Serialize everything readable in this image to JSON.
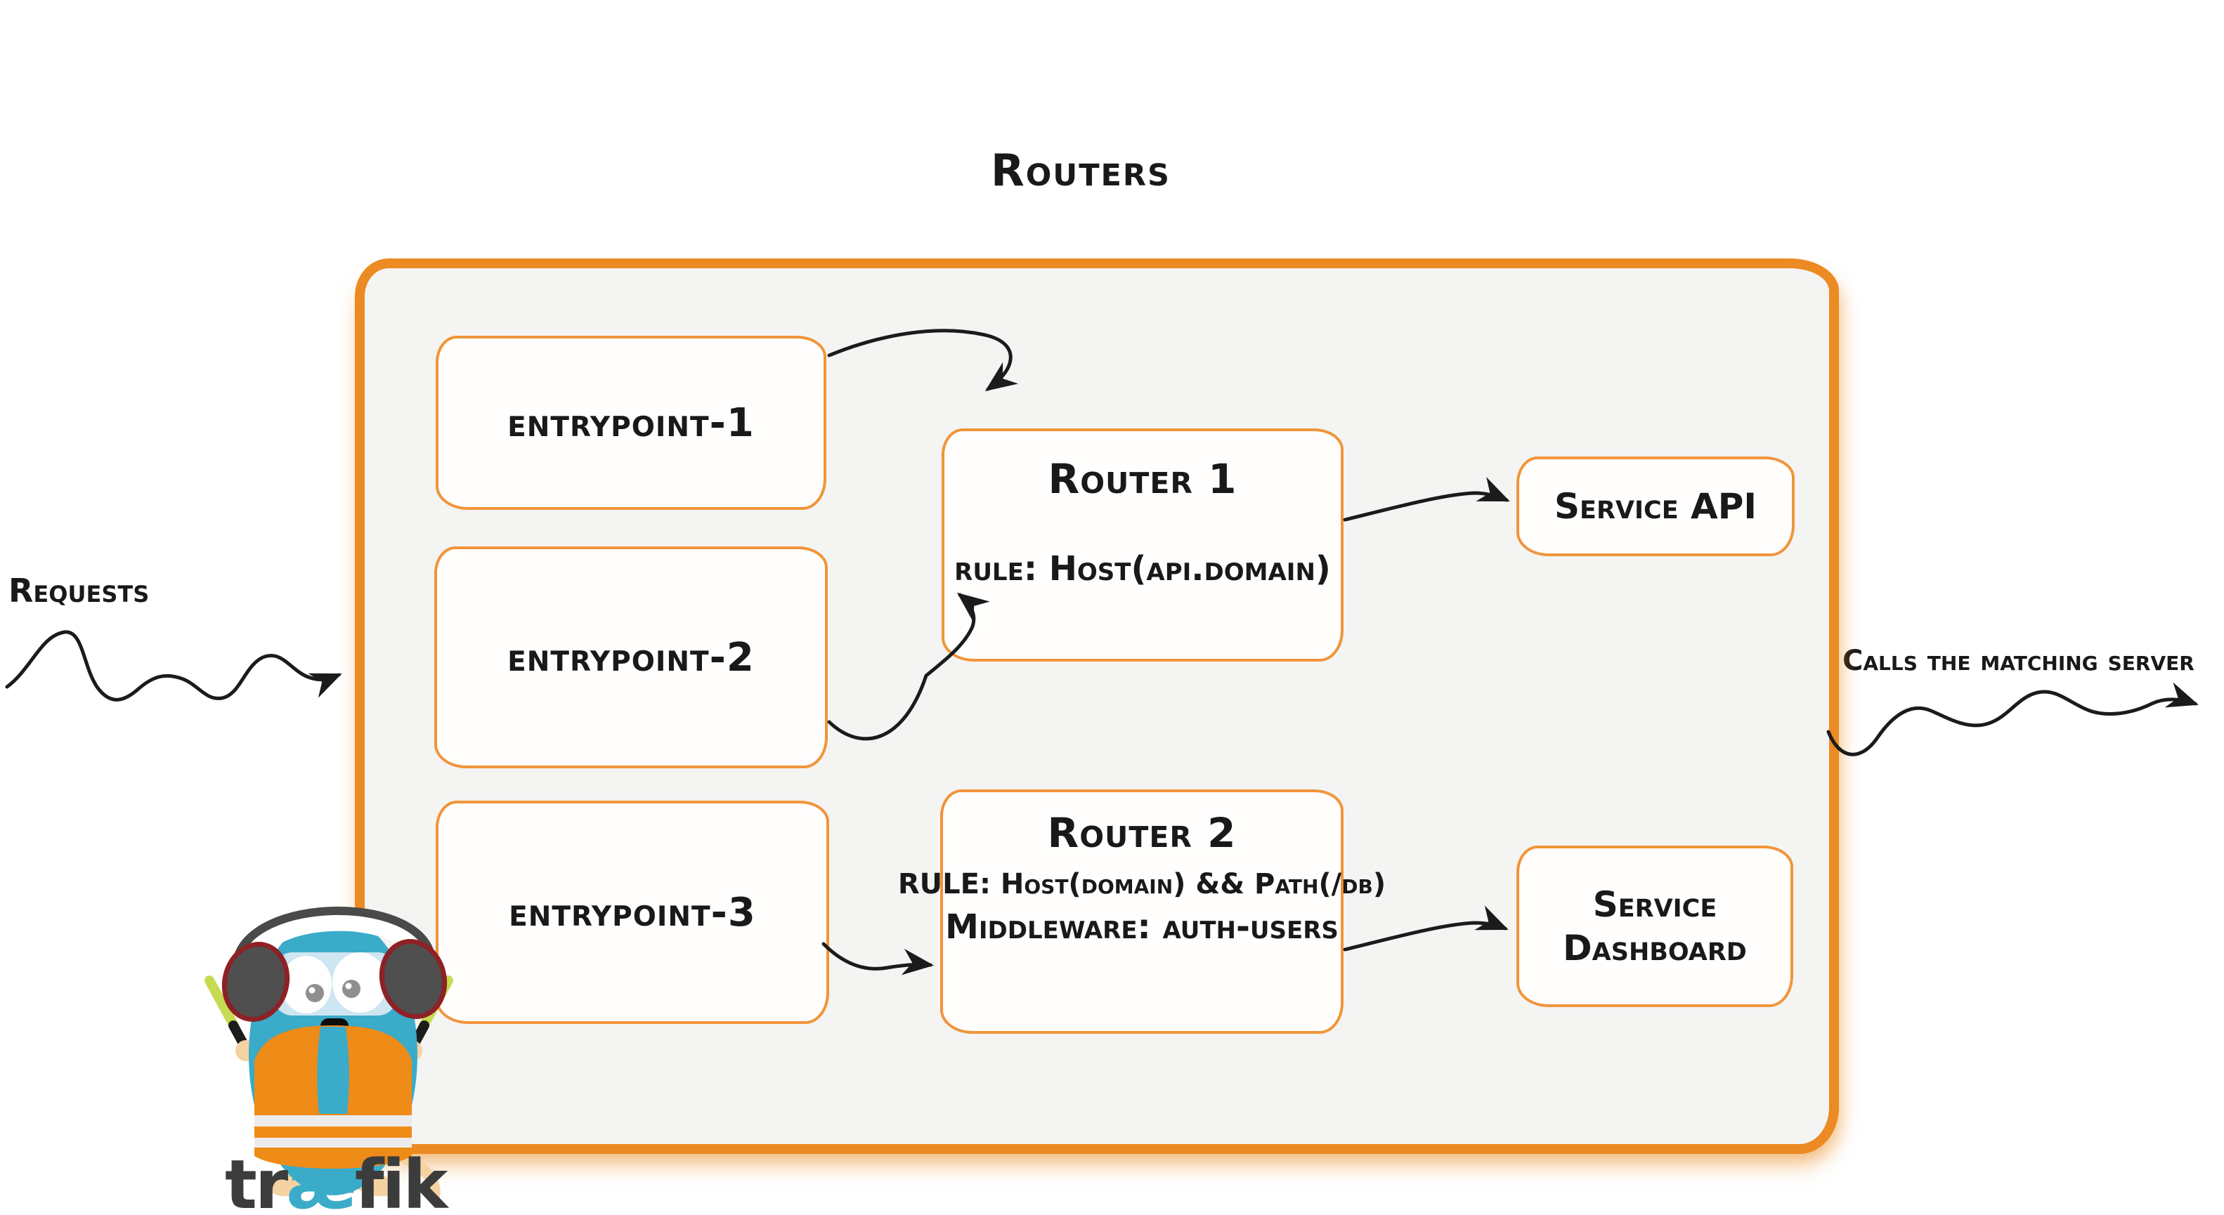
{
  "title": "Routers",
  "labels": {
    "requests": "Requests",
    "calls": "Calls the matching server"
  },
  "entrypoints": [
    {
      "label": "entrypoint-1"
    },
    {
      "label": "entrypoint-2"
    },
    {
      "label": "entrypoint-3"
    }
  ],
  "routers": [
    {
      "name": "Router 1",
      "rule": "rule: Host(api.domain)"
    },
    {
      "name": "Router 2",
      "rule": "RULE: Host(domain) && Path(/db)",
      "middleware": "Middleware: auth-users"
    }
  ],
  "services": [
    {
      "line1": "Service API"
    },
    {
      "line1": "Service",
      "line2": "Dashboard"
    }
  ],
  "arrows": [
    "requests-into-container",
    "entrypoint-1-to-router-1",
    "entrypoint-2-to-router-1",
    "entrypoint-3-to-router-2",
    "router-1-to-service-api",
    "router-2-to-service-dashboard",
    "container-to-matching-server"
  ],
  "logo": {
    "wordmark_part1": "tr",
    "wordmark_part2": "æ",
    "wordmark_part3": "fik"
  },
  "colors": {
    "container_border_orange": "#EC8A23",
    "node_border_orange": "#F0953A",
    "container_fill": "#F4F4F3",
    "ink_black": "#1B1B1B",
    "traefik_blue": "#3AABC9",
    "vest_orange": "#EF8B17",
    "glowstick_green": "#C6DB52",
    "wordmark_gray": "#3C3C3C"
  }
}
